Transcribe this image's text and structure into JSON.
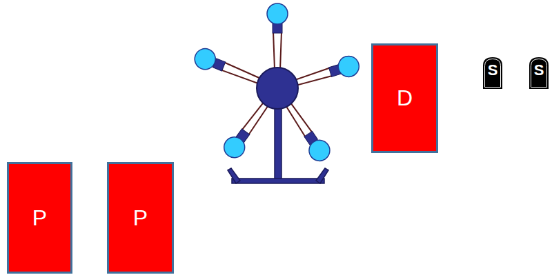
{
  "diagram": {
    "nodes": [
      {
        "text": [
          "D"
        ]
      },
      {
        "text": [
          "S"
        ]
      },
      {
        "text": [
          "S"
        ]
      },
      {
        "text": [
          "P"
        ]
      },
      {
        "text": [
          "P"
        ]
      }
    ]
  }
}
